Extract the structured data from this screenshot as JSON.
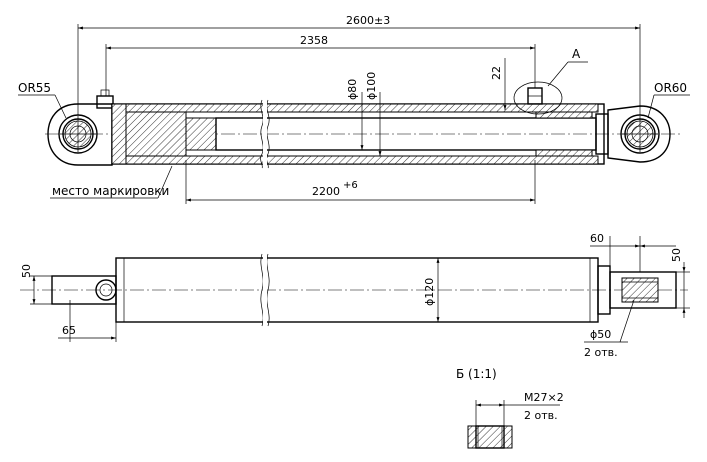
{
  "top_view": {
    "dim_overall": "2600±3",
    "dim_pin_centers": "2358",
    "dim_stroke": "2200",
    "dim_stroke_tol": "+6",
    "dim_port_offset": "22",
    "dim_rod_dia": "ϕ80",
    "dim_bore_dia": "ϕ100",
    "radius_left": "OR55",
    "radius_right": "OR60",
    "detail_ref": "А",
    "marking_label": "место маркировки"
  },
  "side_view": {
    "dim_left_eye": "50",
    "dim_left_offset": "65",
    "dim_barrel_dia": "ϕ120",
    "dim_right_length": "60",
    "dim_right_eye": "50",
    "dim_hole_dia": "ϕ50",
    "dim_hole_count": "2 отв."
  },
  "detail_b": {
    "title": "Б (1:1)",
    "thread": "M27×2",
    "thread_count": "2 отв."
  }
}
